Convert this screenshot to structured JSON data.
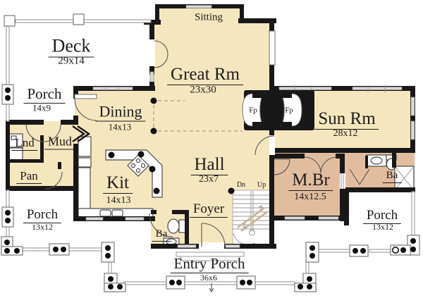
{
  "plan": {
    "rooms": {
      "deck": {
        "name": "Deck",
        "dim": "29x14"
      },
      "sitting": {
        "name": "Sitting"
      },
      "great_rm": {
        "name": "Great Rm",
        "dim": "23x30"
      },
      "porch_nw": {
        "name": "Porch",
        "dim": "14x9"
      },
      "dining": {
        "name": "Dining",
        "dim": "14x13"
      },
      "sun_rm": {
        "name": "Sun Rm",
        "dim": "28x12"
      },
      "lnd": {
        "name": "Lnd"
      },
      "mud": {
        "name": "Mud"
      },
      "pan": {
        "name": "Pan"
      },
      "kit": {
        "name": "Kit",
        "dim": "14x13"
      },
      "hall": {
        "name": "Hall",
        "dim": "23x7"
      },
      "foyer": {
        "name": "Foyer"
      },
      "ba_foyer": {
        "name": "Ba"
      },
      "m_br": {
        "name": "M.Br",
        "dim": "14x12.5"
      },
      "ba_master": {
        "name": "Ba"
      },
      "porch_sw": {
        "name": "Porch",
        "dim": "13x12"
      },
      "porch_se": {
        "name": "Porch",
        "dim": "13x12"
      },
      "entry_porch": {
        "name": "Entry Porch",
        "dim": "36x6"
      }
    },
    "annotations": {
      "fireplace_left": "Fp",
      "fireplace_right": "Fp",
      "stairs_down": "Dn",
      "stairs_up": "Up"
    },
    "colors": {
      "room": "#f5e7bd",
      "suite": "#e2bd9d",
      "wall": "#181818",
      "rail": "#999999",
      "window": "#d9d9d9",
      "text": "#1c1c1c"
    }
  }
}
